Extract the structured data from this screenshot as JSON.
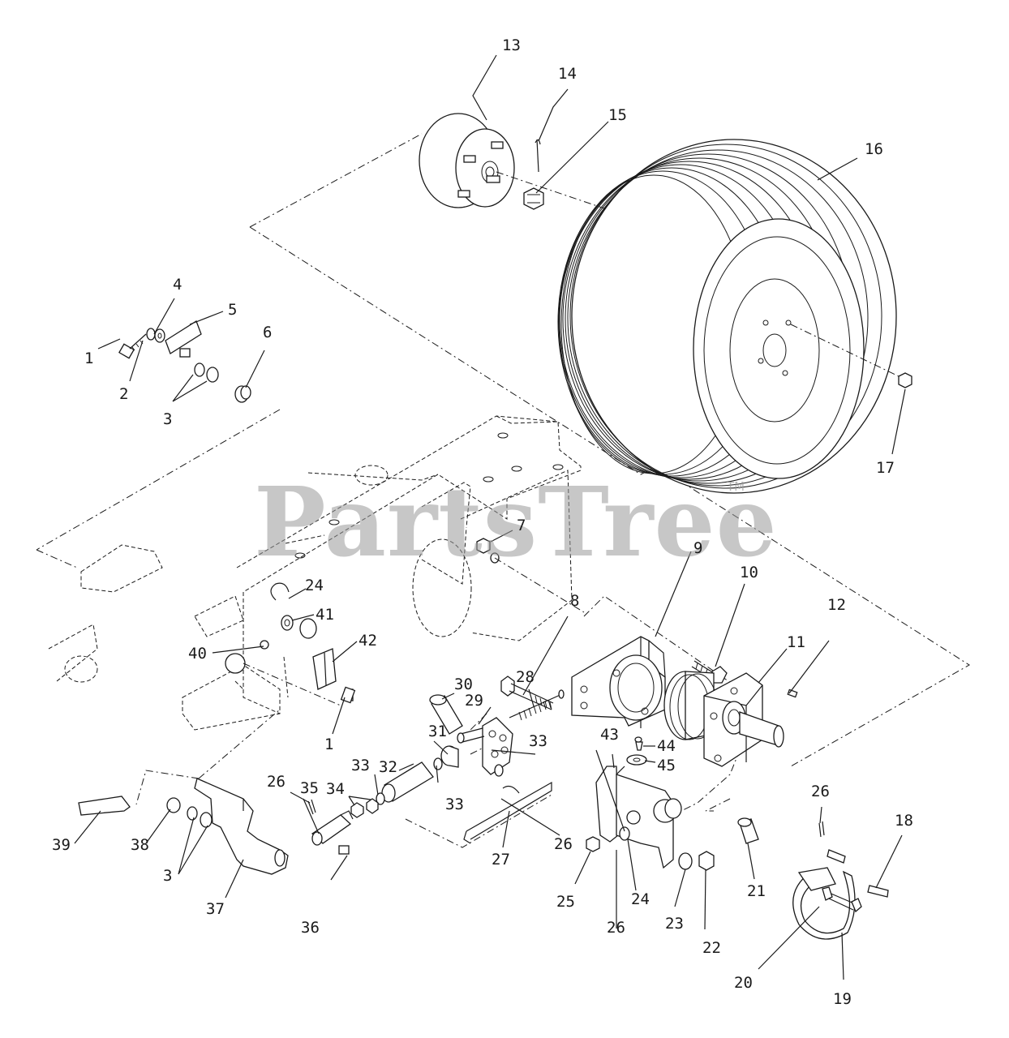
{
  "diagram": {
    "watermark": "PartsTree",
    "watermark_tm": "TM",
    "callouts": {
      "c1a": "1",
      "c1b": "1",
      "c2": "2",
      "c3a": "3",
      "c3b": "3",
      "c4": "4",
      "c5": "5",
      "c6": "6",
      "c7": "7",
      "c8": "8",
      "c9": "9",
      "c10": "10",
      "c11": "11",
      "c12": "12",
      "c13": "13",
      "c14": "14",
      "c15": "15",
      "c16": "16",
      "c17": "17",
      "c18": "18",
      "c19": "19",
      "c20": "20",
      "c21": "21",
      "c22": "22",
      "c23": "23",
      "c24a": "24",
      "c24b": "24",
      "c25": "25",
      "c26a": "26",
      "c26b": "26",
      "c26c": "26",
      "c26d": "26",
      "c27": "27",
      "c28": "28",
      "c29": "29",
      "c30": "30",
      "c31": "31",
      "c32": "32",
      "c33a": "33",
      "c33b": "33",
      "c33c": "33",
      "c34": "34",
      "c35": "35",
      "c36": "36",
      "c37": "37",
      "c38": "38",
      "c39": "39",
      "c40": "40",
      "c41": "41",
      "c42": "42",
      "c43": "43",
      "c44": "44",
      "c45": "45"
    }
  }
}
